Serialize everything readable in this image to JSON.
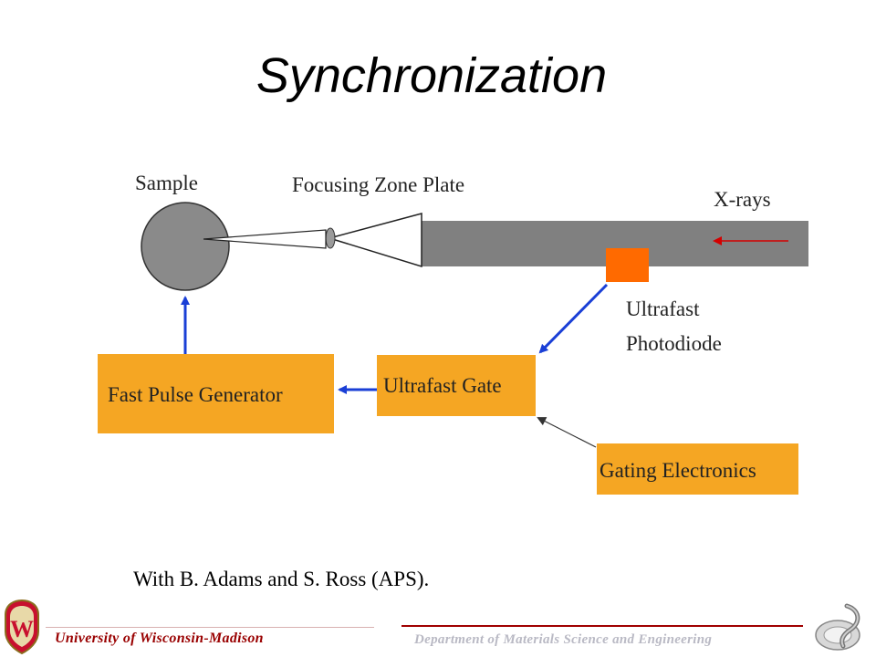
{
  "title": "Synchronization",
  "diagram": {
    "labels": {
      "sample": "Sample",
      "zone_plate": "Focusing Zone Plate",
      "xrays": "X-rays",
      "photodiode_line1": "Ultrafast",
      "photodiode_line2": "Photodiode",
      "pulse_generator": "Fast Pulse Generator",
      "gate": "Ultrafast Gate",
      "gating_electronics": "Gating Electronics"
    },
    "colors": {
      "box_fill": "#f5a623",
      "photodiode": "#ff6a00",
      "beam": "#808080",
      "sample": "#8a8a8a",
      "signal_arrow": "#1a3fd6",
      "xray_arrow": "#d40000"
    }
  },
  "credit": "With B. Adams and S. Ross (APS).",
  "footer": {
    "university": "University  of Wisconsin-Madison",
    "department": "Department of Materials Science and Engineering",
    "crest_letter": "W"
  }
}
